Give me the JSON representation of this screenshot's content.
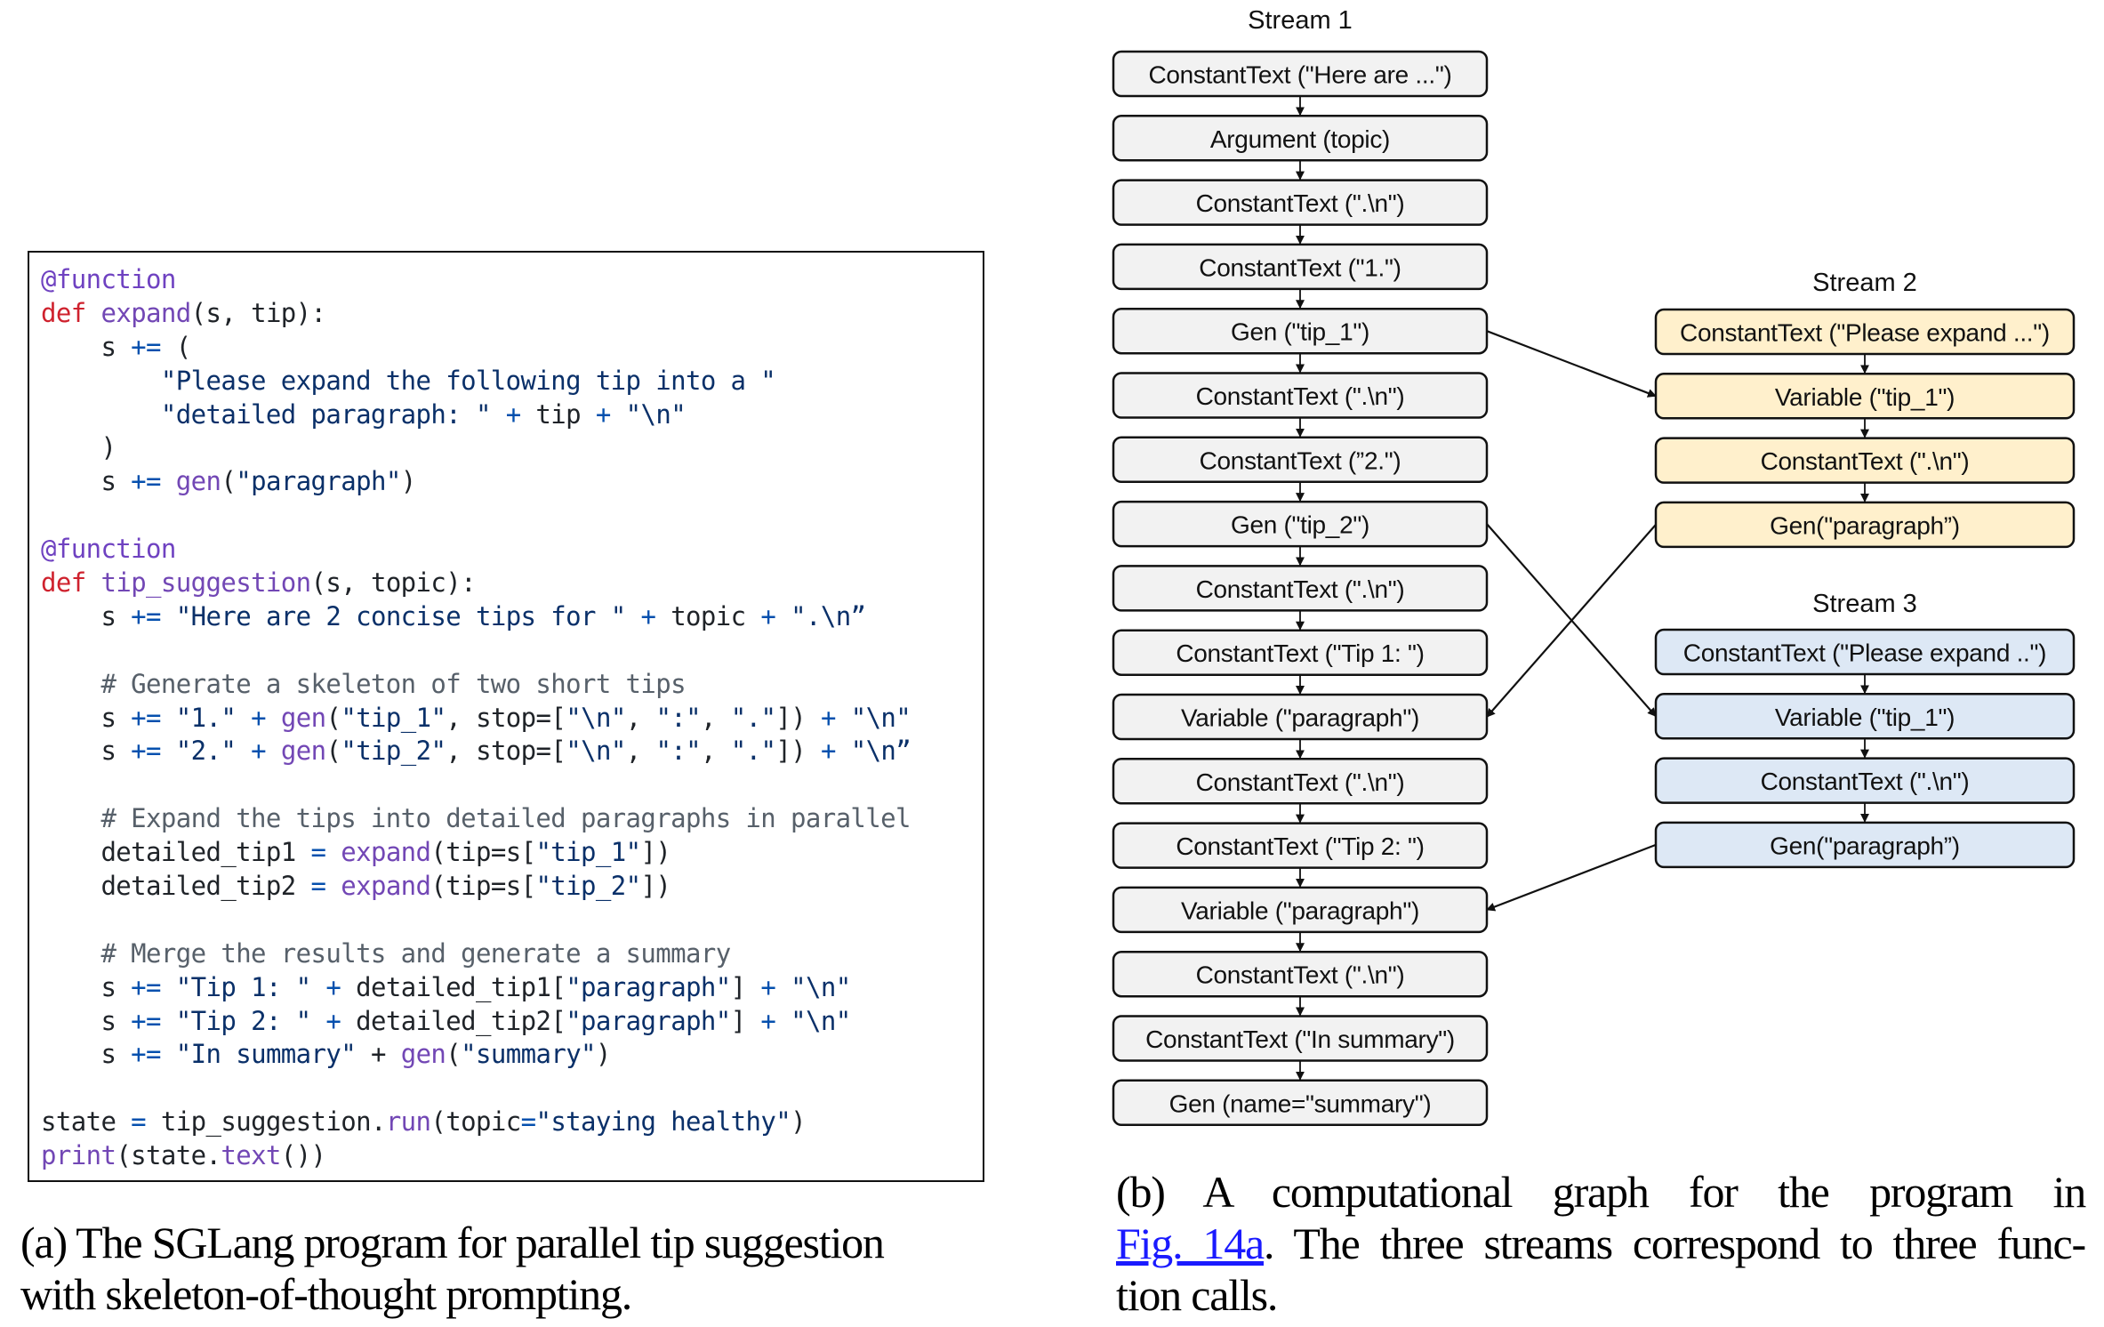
{
  "code": {
    "lines": [
      [
        [
          "deco",
          "@function"
        ]
      ],
      [
        [
          "kw",
          "def"
        ],
        [
          "plain",
          " "
        ],
        [
          "fn",
          "expand"
        ],
        [
          "plain",
          "(s, tip):"
        ]
      ],
      [
        [
          "plain",
          "    s "
        ],
        [
          "op",
          "+="
        ],
        [
          "plain",
          " ("
        ]
      ],
      [
        [
          "plain",
          "        "
        ],
        [
          "str",
          "\"Please expand the following tip into a \""
        ]
      ],
      [
        [
          "plain",
          "        "
        ],
        [
          "str",
          "\"detailed paragraph: \""
        ],
        [
          "plain",
          " "
        ],
        [
          "op",
          "+"
        ],
        [
          "plain",
          " tip "
        ],
        [
          "op",
          "+"
        ],
        [
          "plain",
          " "
        ],
        [
          "str",
          "\"\\n\""
        ]
      ],
      [
        [
          "plain",
          "    )"
        ]
      ],
      [
        [
          "plain",
          "    s "
        ],
        [
          "op",
          "+="
        ],
        [
          "plain",
          " "
        ],
        [
          "fn",
          "gen"
        ],
        [
          "plain",
          "("
        ],
        [
          "str",
          "\"paragraph\""
        ],
        [
          "plain",
          ")"
        ]
      ],
      [],
      [
        [
          "deco",
          "@function"
        ]
      ],
      [
        [
          "kw",
          "def"
        ],
        [
          "plain",
          " "
        ],
        [
          "fn",
          "tip_suggestion"
        ],
        [
          "plain",
          "(s, topic):"
        ]
      ],
      [
        [
          "plain",
          "    s "
        ],
        [
          "op",
          "+="
        ],
        [
          "plain",
          " "
        ],
        [
          "str",
          "\"Here are 2 concise tips for \""
        ],
        [
          "plain",
          " "
        ],
        [
          "op",
          "+"
        ],
        [
          "plain",
          " topic "
        ],
        [
          "op",
          "+"
        ],
        [
          "plain",
          " "
        ],
        [
          "str",
          "\".\\n”"
        ]
      ],
      [],
      [
        [
          "plain",
          "    "
        ],
        [
          "cmt",
          "# Generate a skeleton of two short tips"
        ]
      ],
      [
        [
          "plain",
          "    s "
        ],
        [
          "op",
          "+="
        ],
        [
          "plain",
          " "
        ],
        [
          "str",
          "\"1.\""
        ],
        [
          "plain",
          " "
        ],
        [
          "op",
          "+"
        ],
        [
          "plain",
          " "
        ],
        [
          "fn",
          "gen"
        ],
        [
          "plain",
          "("
        ],
        [
          "str",
          "\"tip_1\""
        ],
        [
          "plain",
          ", stop=["
        ],
        [
          "str",
          "\"\\n\""
        ],
        [
          "plain",
          ", "
        ],
        [
          "str",
          "\":\""
        ],
        [
          "plain",
          ", "
        ],
        [
          "str",
          "\".\""
        ],
        [
          "plain",
          "]) "
        ],
        [
          "op",
          "+"
        ],
        [
          "plain",
          " "
        ],
        [
          "str",
          "\"\\n\""
        ]
      ],
      [
        [
          "plain",
          "    s "
        ],
        [
          "op",
          "+="
        ],
        [
          "plain",
          " "
        ],
        [
          "str",
          "\"2.\""
        ],
        [
          "plain",
          " "
        ],
        [
          "op",
          "+"
        ],
        [
          "plain",
          " "
        ],
        [
          "fn",
          "gen"
        ],
        [
          "plain",
          "("
        ],
        [
          "str",
          "\"tip_2\""
        ],
        [
          "plain",
          ", stop=["
        ],
        [
          "str",
          "\"\\n\""
        ],
        [
          "plain",
          ", "
        ],
        [
          "str",
          "\":\""
        ],
        [
          "plain",
          ", "
        ],
        [
          "str",
          "\".\""
        ],
        [
          "plain",
          "]) "
        ],
        [
          "op",
          "+"
        ],
        [
          "plain",
          " "
        ],
        [
          "str",
          "\"\\n”"
        ]
      ],
      [],
      [
        [
          "plain",
          "    "
        ],
        [
          "cmt",
          "# Expand the tips into detailed paragraphs in parallel"
        ]
      ],
      [
        [
          "plain",
          "    detailed_tip1 "
        ],
        [
          "op",
          "="
        ],
        [
          "plain",
          " "
        ],
        [
          "fn",
          "expand"
        ],
        [
          "plain",
          "(tip=s["
        ],
        [
          "str",
          "\"tip_1\""
        ],
        [
          "plain",
          "])"
        ]
      ],
      [
        [
          "plain",
          "    detailed_tip2 "
        ],
        [
          "op",
          "="
        ],
        [
          "plain",
          " "
        ],
        [
          "fn",
          "expand"
        ],
        [
          "plain",
          "(tip=s["
        ],
        [
          "str",
          "\"tip_2\""
        ],
        [
          "plain",
          "])"
        ]
      ],
      [],
      [
        [
          "plain",
          "    "
        ],
        [
          "cmt",
          "# Merge the results and generate a summary"
        ]
      ],
      [
        [
          "plain",
          "    s "
        ],
        [
          "op",
          "+="
        ],
        [
          "plain",
          " "
        ],
        [
          "str",
          "\"Tip 1: \""
        ],
        [
          "plain",
          " "
        ],
        [
          "op",
          "+"
        ],
        [
          "plain",
          " detailed_tip1["
        ],
        [
          "str",
          "\"paragraph\""
        ],
        [
          "plain",
          "] "
        ],
        [
          "op",
          "+"
        ],
        [
          "plain",
          " "
        ],
        [
          "str",
          "\"\\n\""
        ]
      ],
      [
        [
          "plain",
          "    s "
        ],
        [
          "op",
          "+="
        ],
        [
          "plain",
          " "
        ],
        [
          "str",
          "\"Tip 2: \""
        ],
        [
          "plain",
          " "
        ],
        [
          "op",
          "+"
        ],
        [
          "plain",
          " detailed_tip2["
        ],
        [
          "str",
          "\"paragraph\""
        ],
        [
          "plain",
          "] "
        ],
        [
          "op",
          "+"
        ],
        [
          "plain",
          " "
        ],
        [
          "str",
          "\"\\n\""
        ]
      ],
      [
        [
          "plain",
          "    s "
        ],
        [
          "op",
          "+="
        ],
        [
          "plain",
          " "
        ],
        [
          "str",
          "\"In summary\""
        ],
        [
          "plain",
          " + "
        ],
        [
          "fn",
          "gen"
        ],
        [
          "plain",
          "("
        ],
        [
          "str",
          "\"summary\""
        ],
        [
          "plain",
          ")"
        ]
      ],
      [],
      [
        [
          "plain",
          "state "
        ],
        [
          "op",
          "="
        ],
        [
          "plain",
          " tip_suggestion."
        ],
        [
          "fn",
          "run"
        ],
        [
          "plain",
          "(topic"
        ],
        [
          "op",
          "="
        ],
        [
          "str",
          "\"staying healthy\""
        ],
        [
          "plain",
          ")"
        ]
      ],
      [
        [
          "fn",
          "print"
        ],
        [
          "plain",
          "(state."
        ],
        [
          "fn",
          "text"
        ],
        [
          "plain",
          "())"
        ]
      ]
    ]
  },
  "graph": {
    "streams": [
      {
        "id": "stream-1",
        "label": "Stream 1",
        "fill": "#f2f2f2",
        "nodes": [
          "ConstantText (\"Here are ...\")",
          "Argument (topic)",
          "ConstantText (\".\\n\")",
          "ConstantText (\"1.\")",
          "Gen (\"tip_1\")",
          "ConstantText (\".\\n\")",
          "ConstantText (”2.\")",
          "Gen (\"tip_2\")",
          "ConstantText (\".\\n\")",
          "ConstantText (\"Tip 1: \")",
          "Variable (\"paragraph\")",
          "ConstantText (\".\\n\")",
          "ConstantText (\"Tip 2: \")",
          "Variable (\"paragraph\")",
          "ConstantText (\".\\n\")",
          "ConstantText (\"In summary\")",
          "Gen (name=\"summary\")"
        ]
      },
      {
        "id": "stream-2",
        "label": "Stream 2",
        "fill": "#fff0cc",
        "nodes": [
          "ConstantText (\"Please expand ...\")",
          "Variable (\"tip_1\")",
          "ConstantText (\".\\n\")",
          "Gen(\"paragraph”)"
        ]
      },
      {
        "id": "stream-3",
        "label": "Stream 3",
        "fill": "#dde8f5",
        "nodes": [
          "ConstantText (\"Please expand ..\")",
          "Variable (\"tip_1\")",
          "ConstantText (\".\\n\")",
          "Gen(\"paragraph”)"
        ]
      }
    ],
    "cross_edges": [
      {
        "from": [
          "stream-1",
          4
        ],
        "to": [
          "stream-2",
          1
        ]
      },
      {
        "from": [
          "stream-1",
          7
        ],
        "to": [
          "stream-3",
          1
        ]
      },
      {
        "from": [
          "stream-2",
          3
        ],
        "to": [
          "stream-1",
          10
        ]
      },
      {
        "from": [
          "stream-3",
          3
        ],
        "to": [
          "stream-1",
          13
        ]
      }
    ]
  },
  "captions": {
    "a": {
      "line1": "(a) The SGLang program for parallel tip suggestion",
      "line2": "with skeleton-of-thought prompting."
    },
    "b": {
      "line1": "(b) A computational graph for the program in",
      "link": "Fig. 14a",
      "line2_rest": ". The three streams correspond to three func-",
      "line3": "tion calls."
    }
  }
}
